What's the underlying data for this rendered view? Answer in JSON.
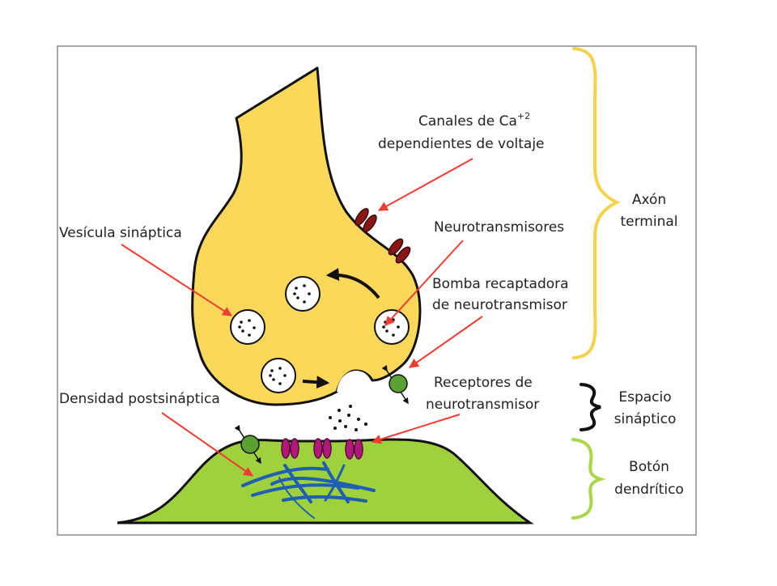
{
  "labels": {
    "ca_channels_line1": "Canales de Ca",
    "ca_channels_superscript": "+2",
    "ca_channels_line2": "dependientes de voltaje",
    "synaptic_vesicle": "Vesícula sináptica",
    "neurotransmitters": "Neurotransmisores",
    "reuptake_pump_line1": "Bomba recaptadora",
    "reuptake_pump_line2": "de neurotransmisor",
    "receptors_line1": "Receptores de",
    "receptors_line2": "neurotransmisor",
    "postsynaptic_density": "Densidad postsináptica"
  },
  "regions": {
    "axon_line1": "Axón",
    "axon_line2": "terminal",
    "cleft_line1": "Espacio",
    "cleft_line2": "sináptico",
    "button_line1": "Botón",
    "button_line2": "dendrítico"
  },
  "colors": {
    "axon_fill": "#fcd85a",
    "dendrite_fill": "#9fd13c",
    "channel": "#8b1414",
    "receptor": "#b0187a",
    "pump": "#5aa032",
    "arrow_red": "#f03c32",
    "axon_brace": "#f5d24a",
    "cleft_brace": "#111111",
    "button_brace": "#a8d84a",
    "filaments": "#1e5fb4"
  }
}
